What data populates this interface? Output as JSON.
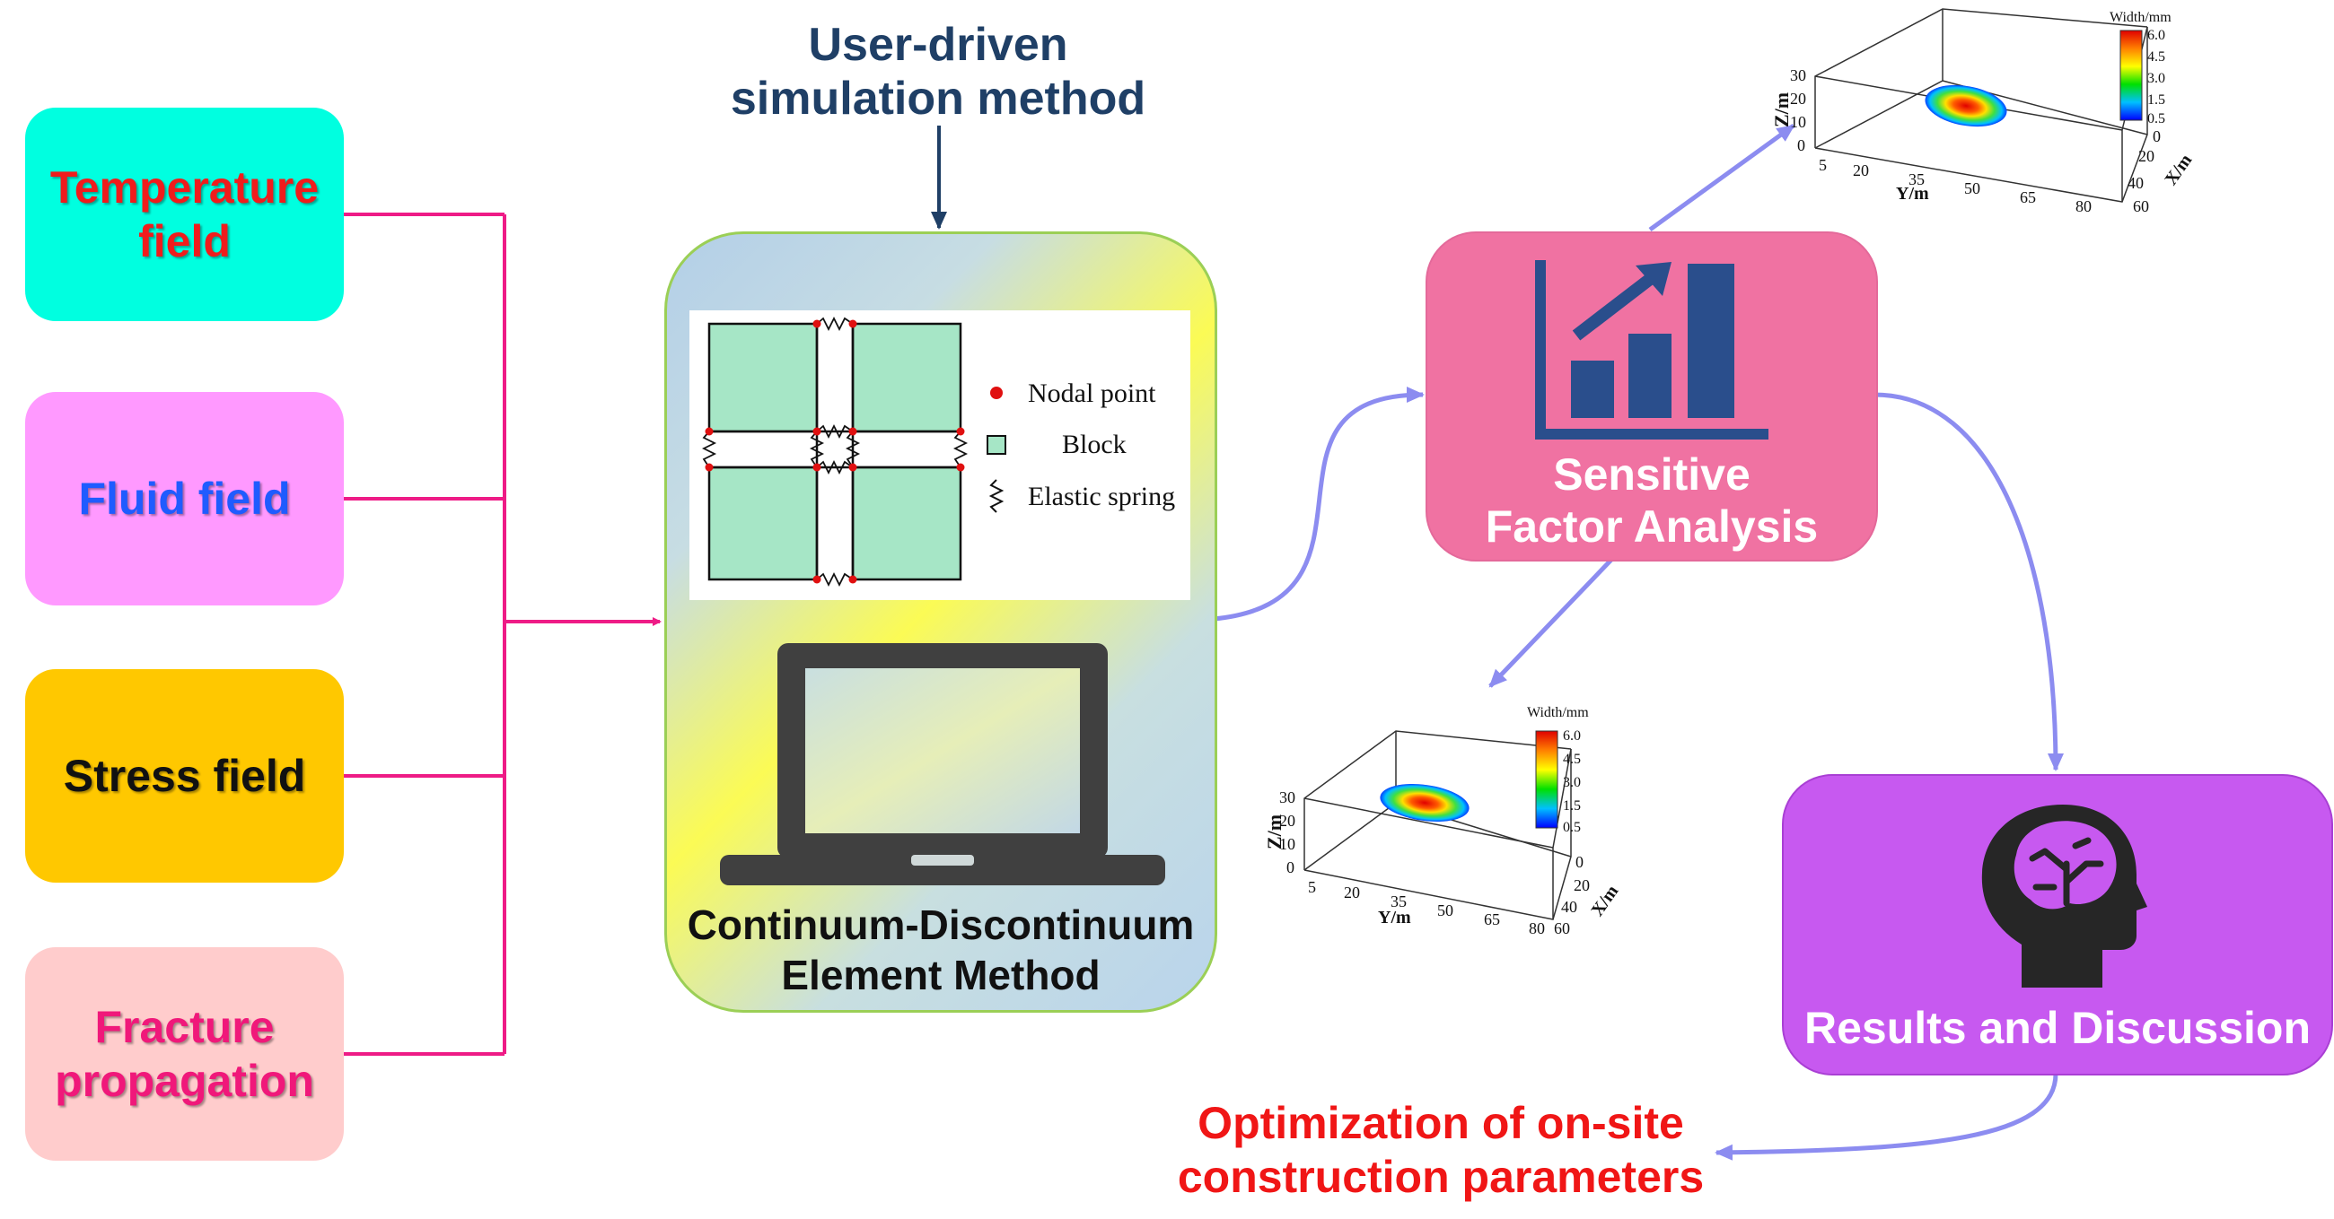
{
  "fields": [
    {
      "lines": [
        "Temperature",
        "field"
      ],
      "bg": "#00ffe0",
      "color": "#f01c1c"
    },
    {
      "lines": [
        "Fluid field"
      ],
      "bg": "#ff99ff",
      "color": "#1f5bff"
    },
    {
      "lines": [
        "Stress field"
      ],
      "bg": "#ffc800",
      "color": "#111111"
    },
    {
      "lines": [
        "Fracture",
        "propagation"
      ],
      "bg": "#ffcccc",
      "color": "#f0187a"
    }
  ],
  "top_title": [
    "User-driven",
    "simulation method"
  ],
  "cde": {
    "label": [
      "Continuum-Discontinuum",
      "Element Method"
    ],
    "legend": {
      "nodal": "Nodal point",
      "block": "Block",
      "spring": "Elastic spring"
    }
  },
  "sfa": {
    "label": [
      "Sensitive",
      "Factor Analysis"
    ],
    "icon": "bar-chart-growth-icon"
  },
  "results": {
    "label": "Results and Discussion",
    "icon": "brain-head-icon"
  },
  "optimization": [
    "Optimization of on-site",
    "construction parameters"
  ],
  "plots": {
    "colorbar_title": "Width/mm",
    "colorbar_ticks": [
      "6.0",
      "4.5",
      "3.0",
      "1.5",
      "0.5"
    ],
    "z_label": "Z/m",
    "z_ticks": [
      "30",
      "20",
      "10",
      "0"
    ],
    "y_label": "Y/m",
    "y_ticks": [
      "5",
      "20",
      "35",
      "50",
      "65",
      "80"
    ],
    "x_label": "X/m",
    "x_ticks": [
      "0",
      "20",
      "40",
      "60"
    ]
  },
  "colors": {
    "connector": "#ee1b86",
    "flow_arrow": "#8c8cf0",
    "dark_arrow": "#1f3f66",
    "sfa_bg": "#f072a2",
    "results_bg": "#c759f0",
    "optimization_text": "#f01616"
  }
}
